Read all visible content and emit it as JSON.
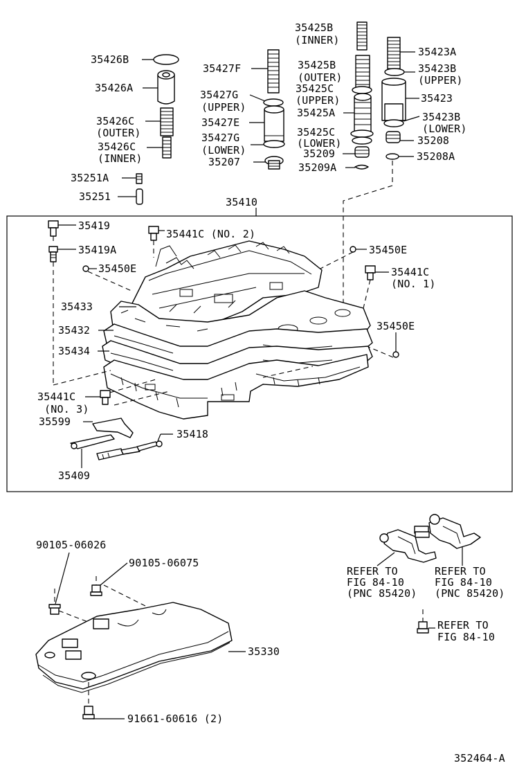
{
  "labels": {
    "p35425B_top": "35425B",
    "inner_top": "(INNER)",
    "p35423A": "35423A",
    "p35426B": "35426B",
    "p35427F": "35427F",
    "p35425B": "35425B",
    "outer_b": "(OUTER)",
    "p35423B_up": "35423B",
    "upper_a": "(UPPER)",
    "p35426A": "35426A",
    "p35425C_up": "35425C",
    "upper_b": "(UPPER)",
    "p35427G_up": "35427G",
    "upper_c": "(UPPER)",
    "p35423": "35423",
    "p35426C_out": "35426C",
    "outer_a": "(OUTER)",
    "p35427E": "35427E",
    "p35425A": "35425A",
    "p35423B_low": "35423B",
    "lower_a": "(LOWER)",
    "p35427G_low": "35427G",
    "lower_b": "(LOWER)",
    "p35425C_low": "35425C",
    "lower_c": "(LOWER)",
    "p35208": "35208",
    "p35426C_in": "35426C",
    "inner_b": "(INNER)",
    "p35207": "35207",
    "p35209": "35209",
    "p35209A": "35209A",
    "p35208A": "35208A",
    "p35251A": "35251A",
    "p35251": "35251",
    "p35410": "35410",
    "p35419": "35419",
    "p35441C_no2": "35441C (NO. 2)",
    "p35419A": "35419A",
    "p35450E_a": "35450E",
    "p35450E_b": "35450E",
    "p35441C_no1": "35441C",
    "no1": "(NO. 1)",
    "p35433": "35433",
    "p35432": "35432",
    "p35450E_c": "35450E",
    "p35434": "35434",
    "p35441C_no3": "35441C",
    "no3": "(NO. 3)",
    "p35599": "35599",
    "p35418": "35418",
    "p35409": "35409",
    "p90105_06026": "90105-06026",
    "p90105_06075": "90105-06075",
    "refer1": "REFER TO",
    "fig1": "FIG 84-10",
    "pnc1": "(PNC 85420)",
    "refer2": "REFER TO",
    "fig2": "FIG 84-10",
    "pnc2": "(PNC 85420)",
    "refer3": "REFER TO",
    "fig3": "FIG 84-10",
    "p35330": "35330",
    "p91661": "91661-60616 (2)",
    "figure_id": "352464-A"
  }
}
